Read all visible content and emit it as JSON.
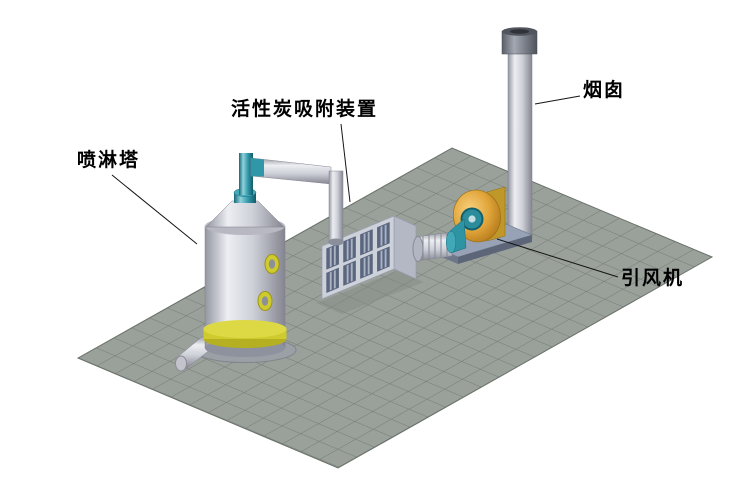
{
  "labels": {
    "spray_tower": "喷淋塔",
    "adsorption_unit": "活性炭吸附装置",
    "chimney": "烟囱",
    "induced_draft_fan": "引风机"
  },
  "colors": {
    "floor_tile": "#9aa19b",
    "floor_grid": "#747b74",
    "pipe_teal": "#2f97a7",
    "tower_yellow": "#cfcb2e",
    "fan_orange": "#dda43a",
    "fan_teal": "#2b8c9c",
    "base_plate_blue": "#98a2b6",
    "metal_light": "#eceef2",
    "metal_dark": "#848590",
    "label_text": "#000000"
  }
}
